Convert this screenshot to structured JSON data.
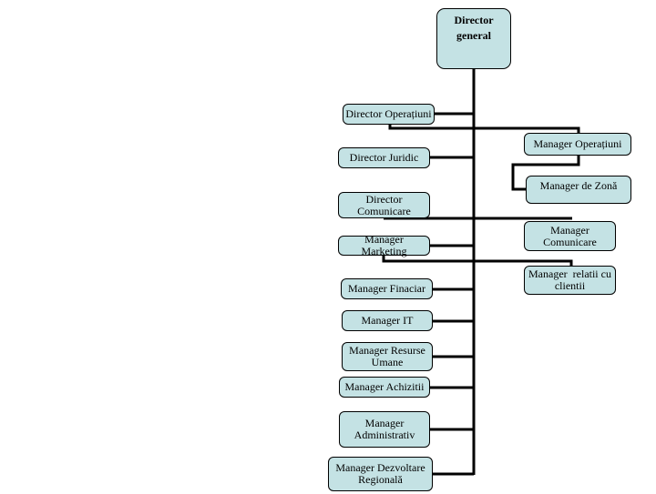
{
  "chart": {
    "root": "Director general",
    "left": [
      "Director Operațiuni",
      "Director Juridic",
      "Director Comunicare",
      "Manager Marketing",
      "Manager Finaciar",
      "Manager IT",
      "Manager Resurse Umane",
      "Manager Achizitii",
      "Manager Administrativ",
      "Manager Dezvoltare Regională"
    ],
    "right": [
      "Manager Operațiuni",
      "Manager de Zonă",
      "Manager Comunicare",
      "Manager  relatii cu clientii"
    ]
  }
}
